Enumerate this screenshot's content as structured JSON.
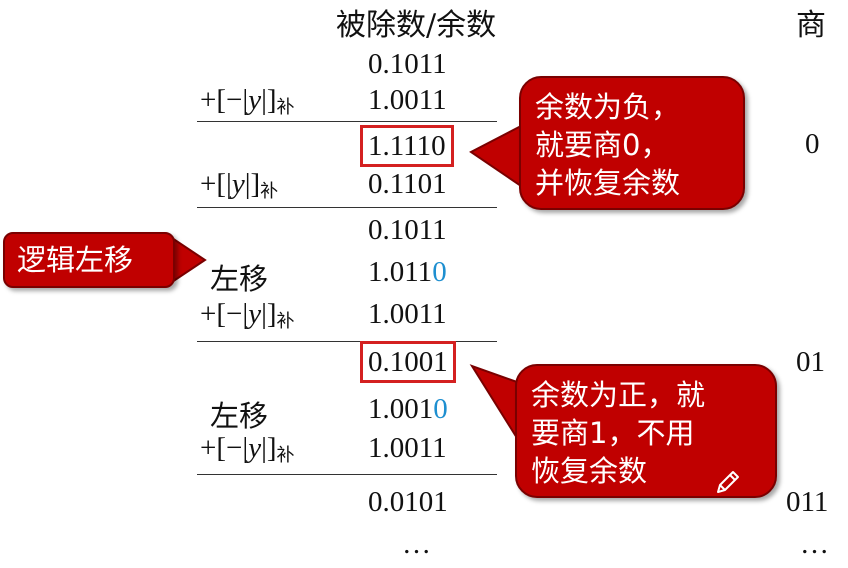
{
  "header": {
    "col1": "被除数/余数",
    "col2": "商"
  },
  "ops": {
    "add_neg_prefix": "+[−|",
    "add_pos_prefix": "+[|",
    "y": "y",
    "suffix": "|]",
    "sub": "补",
    "shift_left": "左移"
  },
  "rows": {
    "r1": "0.1011",
    "r2": "1.0011",
    "r3": "1.1110",
    "r4": "0.1101",
    "r5": "0.1011",
    "r6_main": "1.011",
    "r6_bit": "0",
    "r7": "1.0011",
    "r8": "0.1001",
    "r9_main": "1.001",
    "r9_bit": "0",
    "r10": "1.0011",
    "r11": "0.0101",
    "r12": "…"
  },
  "quotient": {
    "q1": "0",
    "q2": "01",
    "q3": "011",
    "q4": "…"
  },
  "callouts": {
    "negative": "余数为负，\n就要商0，\n并恢复余数",
    "positive": "余数为正，就\n要商1，不用\n恢复余数",
    "logic_shift": "逻辑左移"
  },
  "colors": {
    "callout_fill": "#c00000",
    "box_border": "#d42020",
    "shifted_bit": "#1e8fd0"
  },
  "icons": {
    "edit": "pencil-icon"
  }
}
